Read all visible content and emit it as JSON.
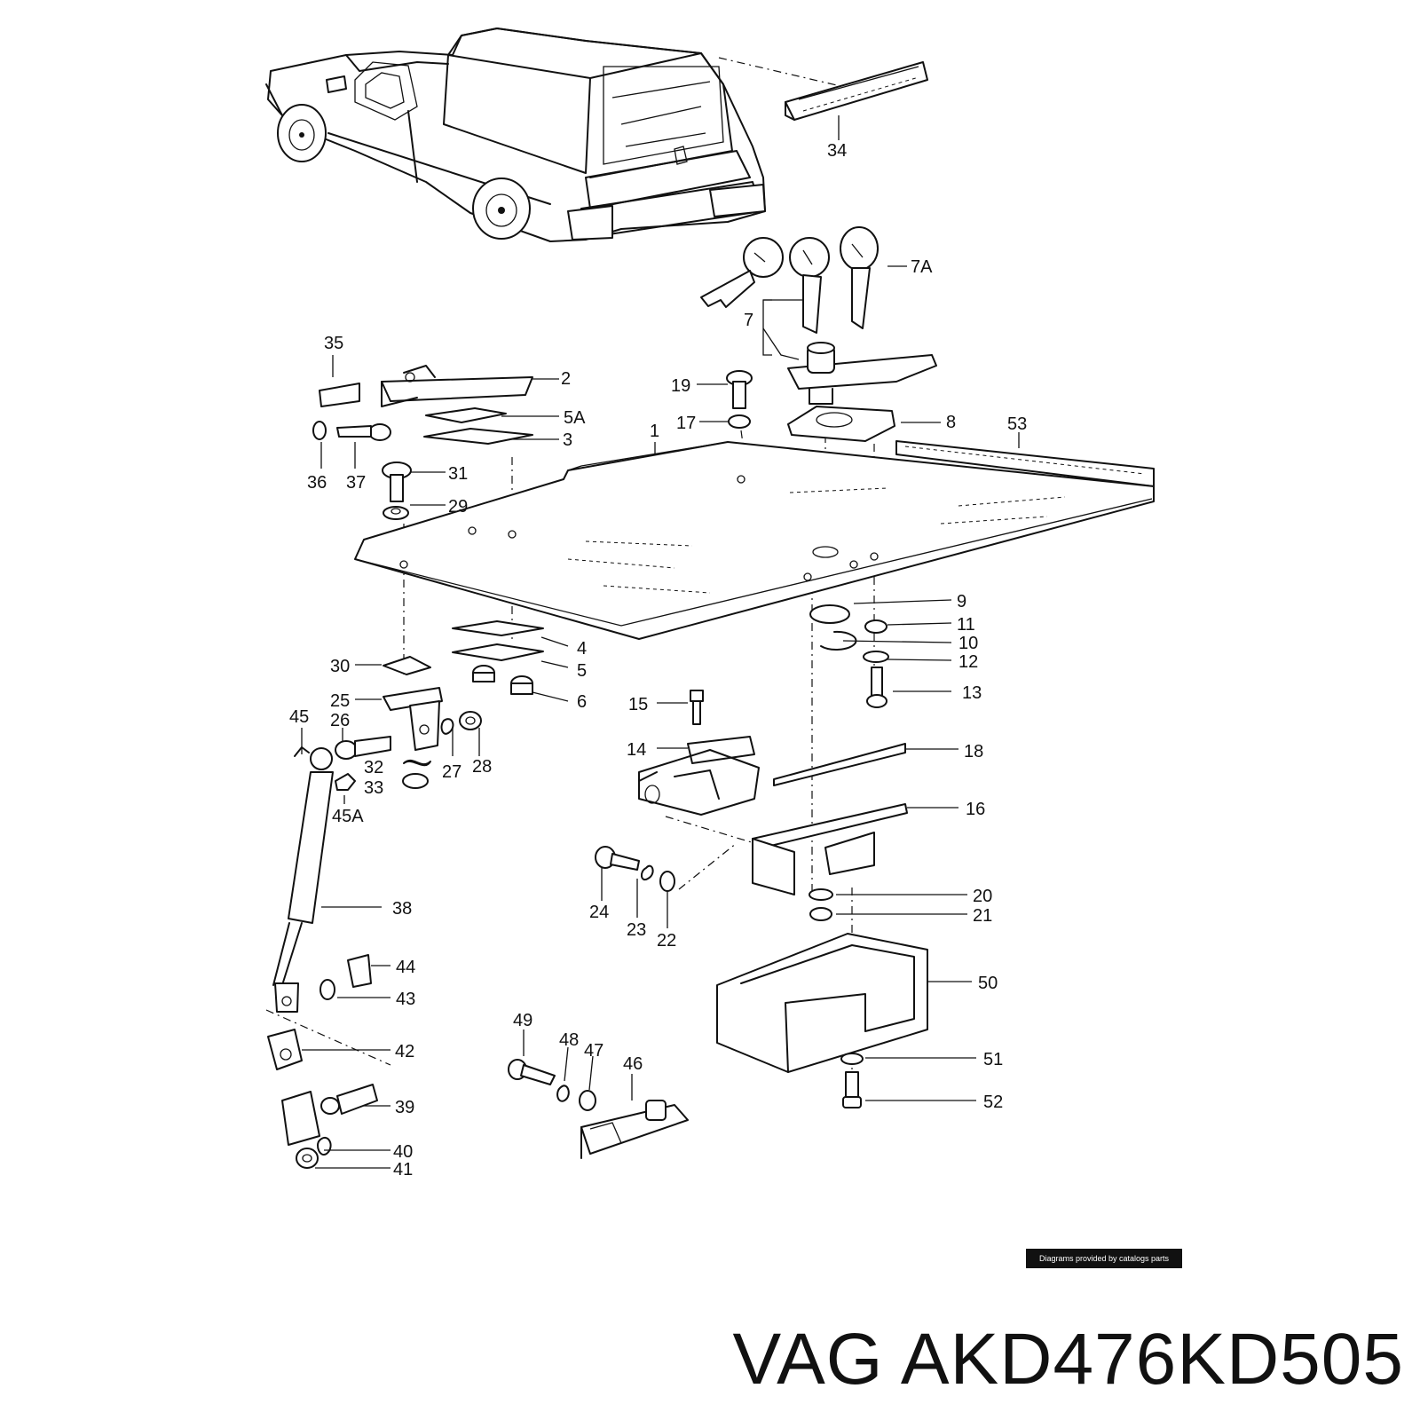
{
  "brand": "VAG",
  "part_number": "AKD476KD505",
  "credit": "Diagrams provided by catalogs parts",
  "callouts": [
    "1",
    "2",
    "3",
    "4",
    "5",
    "5A",
    "6",
    "7",
    "7A",
    "8",
    "9",
    "10",
    "11",
    "12",
    "13",
    "14",
    "15",
    "16",
    "17",
    "18",
    "19",
    "20",
    "21",
    "22",
    "23",
    "24",
    "25",
    "26",
    "27",
    "28",
    "29",
    "30",
    "31",
    "32",
    "33",
    "34",
    "35",
    "36",
    "37",
    "38",
    "39",
    "40",
    "41",
    "42",
    "43",
    "44",
    "45",
    "45A",
    "46",
    "47",
    "48",
    "49",
    "50",
    "51",
    "52",
    "53"
  ]
}
